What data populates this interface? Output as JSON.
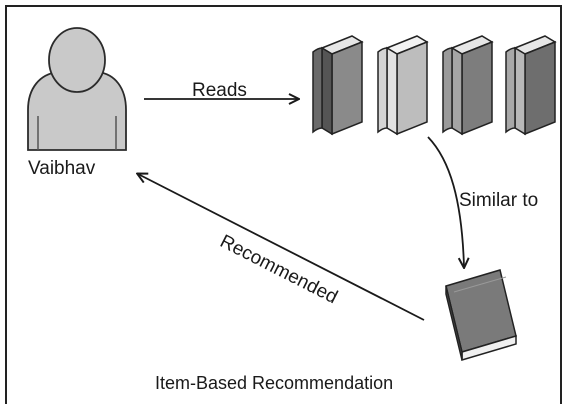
{
  "nodes": {
    "user": {
      "name": "Vaibhav",
      "icon": "person-icon"
    },
    "read_books": {
      "icon": "book-icon",
      "count": 4
    },
    "recommended_book": {
      "icon": "book-icon"
    }
  },
  "edges": {
    "reads": {
      "label": "Reads"
    },
    "similar_to": {
      "label": "Similar to"
    },
    "recommended": {
      "label": "Recommended"
    }
  },
  "caption": "Item-Based Recommendation",
  "colors": {
    "ink": "#1a1a1a",
    "person_fill": "#c9c9c9",
    "book_dark": "#6a6a6a",
    "book_light": "#cfcfcf",
    "book_mid": "#9a9a9a"
  }
}
